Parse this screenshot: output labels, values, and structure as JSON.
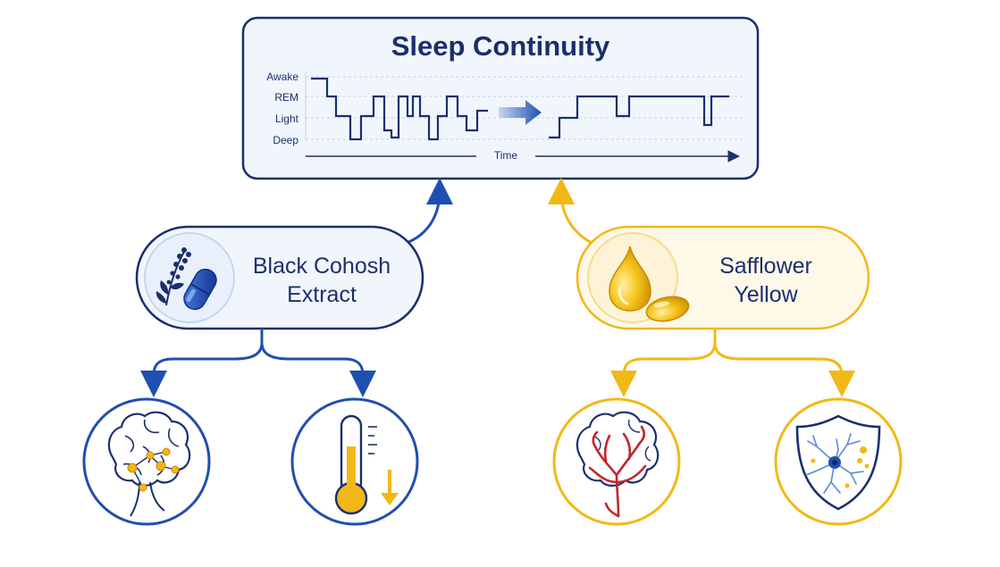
{
  "title": "Sleep Continuity",
  "hypnogram": {
    "stages": [
      "Awake",
      "REM",
      "Light",
      "Deep"
    ],
    "x_label": "Time"
  },
  "sources": [
    {
      "lines": [
        "Black Cohosh",
        "Extract"
      ],
      "theme": "blue",
      "icon": "herb-capsule-icon"
    },
    {
      "lines": [
        "Safflower",
        "Yellow"
      ],
      "theme": "yellow",
      "icon": "oil-drop-softgel-icon"
    }
  ],
  "mechanism_icons": {
    "blue": [
      "brain-network-icon",
      "thermometer-down-icon"
    ],
    "yellow": [
      "brain-vessels-icon",
      "neuron-shield-icon"
    ]
  },
  "colors": {
    "navy": "#1b2f6e",
    "blue": "#1f4fb0",
    "yellow": "#f2b817",
    "card_fill": "#f1f6fd"
  }
}
